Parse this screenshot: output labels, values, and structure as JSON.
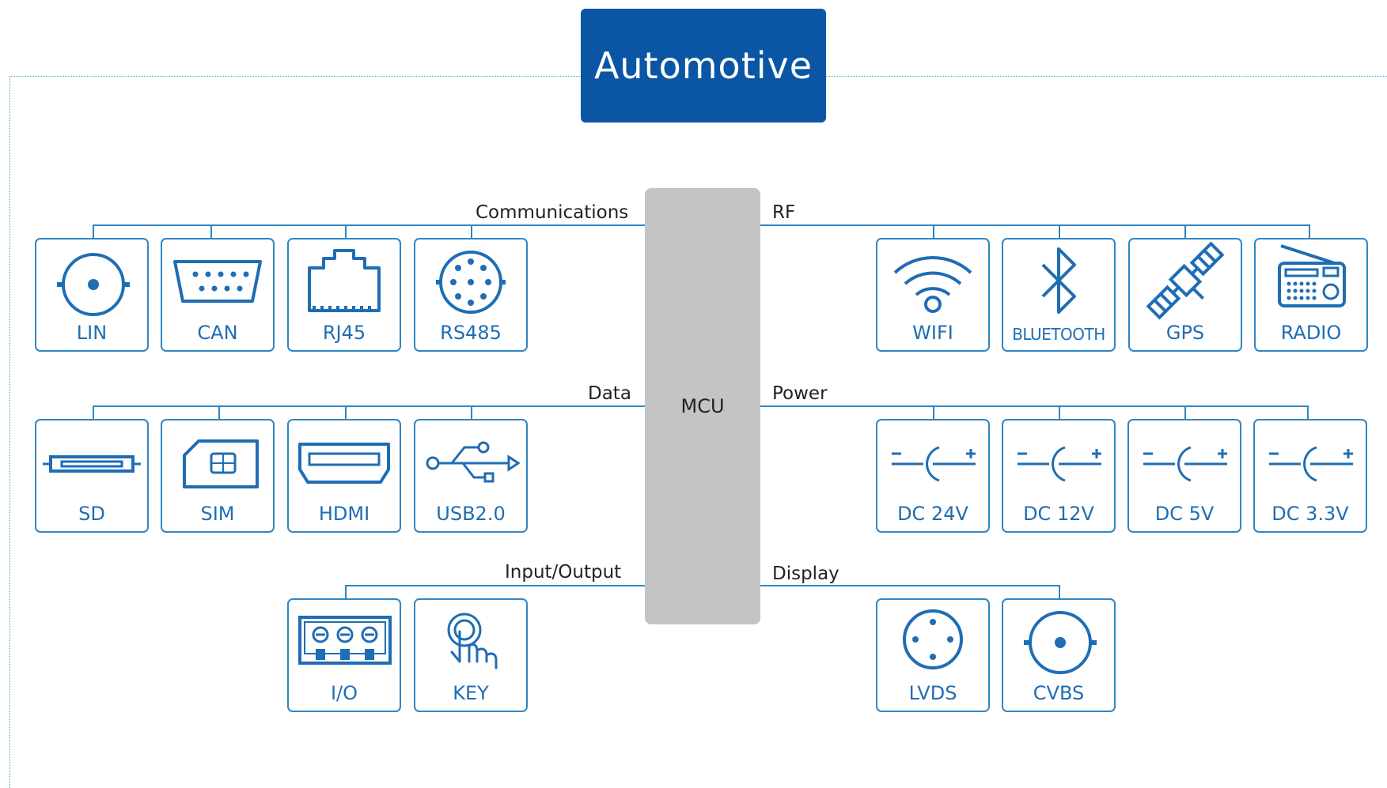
{
  "title": "Automotive",
  "center": {
    "label": "MCU"
  },
  "groups": {
    "communications": {
      "label": "Communications",
      "items": [
        "LIN",
        "CAN",
        "RJ45",
        "RS485"
      ]
    },
    "rf": {
      "label": "RF",
      "items": [
        "WIFI",
        "BLUETOOTH",
        "GPS",
        "RADIO"
      ]
    },
    "data": {
      "label": "Data",
      "items": [
        "SD",
        "SIM",
        "HDMI",
        "USB2.0"
      ]
    },
    "power": {
      "label": "Power",
      "items": [
        "DC 24V",
        "DC 12V",
        "DC 5V",
        "DC 3.3V"
      ]
    },
    "io": {
      "label": "Input/Output",
      "items": [
        "I/O",
        "KEY"
      ]
    },
    "display": {
      "label": "Display",
      "items": [
        "LVDS",
        "CVBS"
      ]
    }
  },
  "colors": {
    "accent": "#2f86c4",
    "title_bg": "#0a56a5",
    "mcu": "#c4c4c4",
    "label_text": "#1f6db4"
  }
}
